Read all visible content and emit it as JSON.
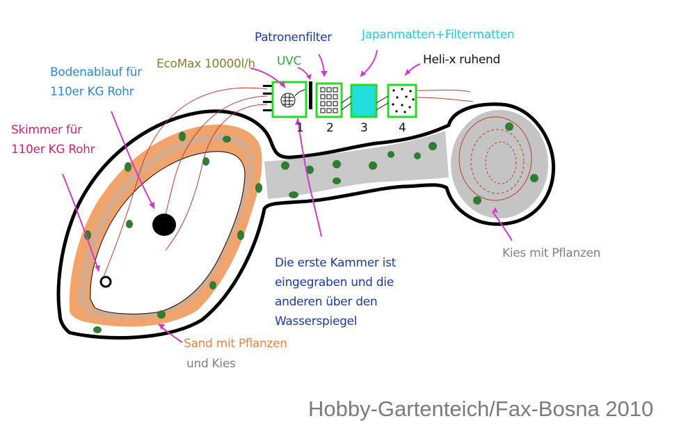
{
  "labels": {
    "patronenfilter": "Patronenfilter",
    "japanmatten": "Japanmatten+Filtermatten",
    "uvc": "UVC",
    "ecomax": "EcoMax 10000l/h",
    "heli": "Heli-x ruhend",
    "bodenablauf": [
      "Bodenablauf für",
      "110er KG Rohr"
    ],
    "skimmer": [
      "Skimmer für",
      "110er KG Rohr"
    ],
    "erste_kammer": [
      "Die erste Kammer ist",
      "eingegraben und die",
      "anderen über den",
      "Wasserspiegel"
    ],
    "kies": "Kies mit Pflanzen",
    "sand": "Sand mit Pflanzen",
    "und_kies": "und Kies"
  },
  "chambers": [
    "1",
    "2",
    "3",
    "4"
  ],
  "credit": "Hobby-Gartenteich/Fax-Bosna 2010",
  "colors": {
    "outline": "#000000",
    "sand": "#f0a36a",
    "gravel": "#bdbdbd",
    "plant": "#2e7d32",
    "chamber_border": "#22dd22",
    "chamber3_fill": "#22dddd",
    "pipe": "#c0392b",
    "arrow": "#d438c8",
    "label_blue": "#1a3aa0",
    "label_cyan": "#22ccdd",
    "label_green": "#33aa33",
    "label_olive": "#8a7a30",
    "label_skyblue": "#2a8ad0",
    "label_magenta": "#cc2277",
    "label_orange": "#f08040",
    "label_gray": "#808080"
  }
}
